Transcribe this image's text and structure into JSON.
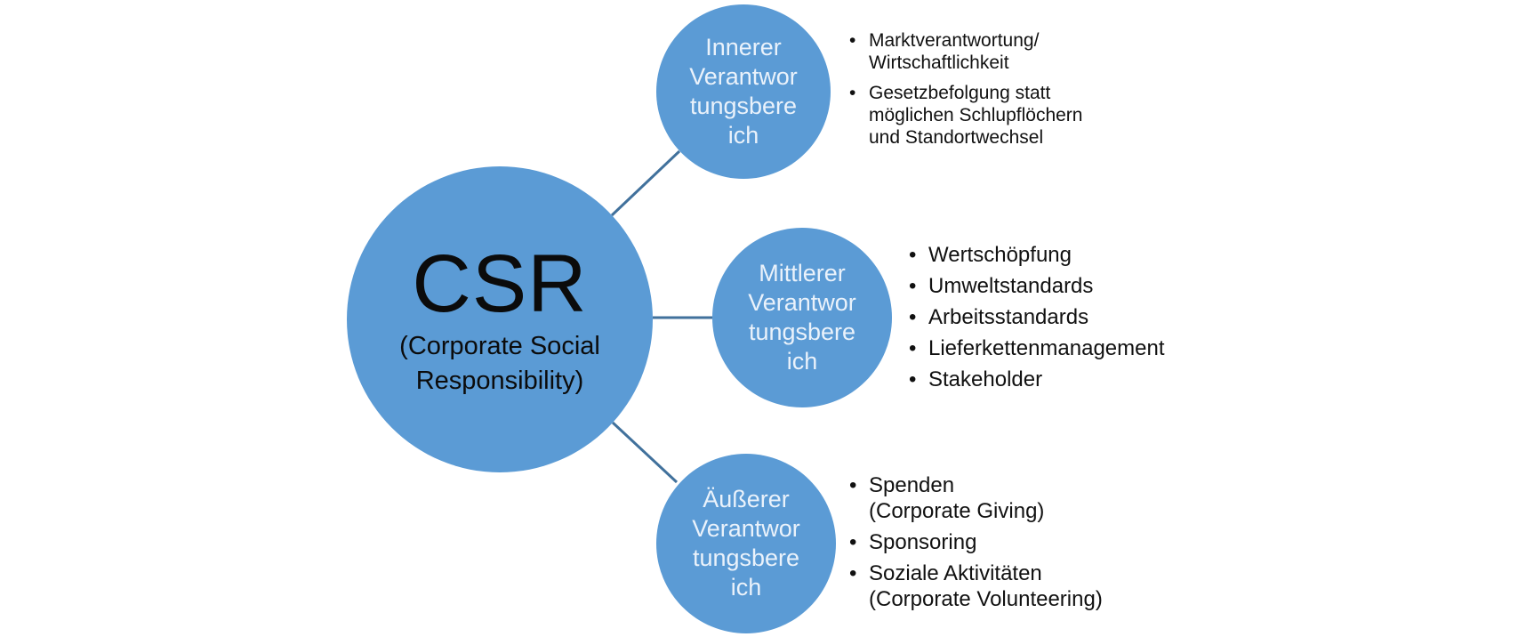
{
  "diagram": {
    "center": {
      "title": "CSR",
      "subtitle": "(Corporate Social\nResponsibility)"
    },
    "nodes": [
      {
        "id": "inner",
        "label": "Innerer\nVerantwor\ntungsbere\nich",
        "bullets": [
          "Marktverantwortung/\nWirtschaftlichkeit",
          "Gesetzbefolgung statt\nmöglichen Schlupflöchern\nund Standortwechsel"
        ]
      },
      {
        "id": "middle",
        "label": "Mittlerer\nVerantwor\ntungsbere\nich",
        "bullets": [
          "Wertschöpfung",
          "Umweltstandards",
          "Arbeitsstandards",
          "Lieferkettenmanagement",
          "Stakeholder"
        ]
      },
      {
        "id": "outer",
        "label": "Äußerer\nVerantwor\ntungsbere\nich",
        "bullets": [
          "Spenden\n(Corporate Giving)",
          "Sponsoring",
          "Soziale Aktivitäten\n(Corporate Volunteering)"
        ]
      }
    ],
    "colors": {
      "circle_fill": "#5B9BD5",
      "circle_text": "#EAF2FB",
      "connector": "#41719C",
      "text": "#111111",
      "background": "#FFFFFF"
    }
  }
}
